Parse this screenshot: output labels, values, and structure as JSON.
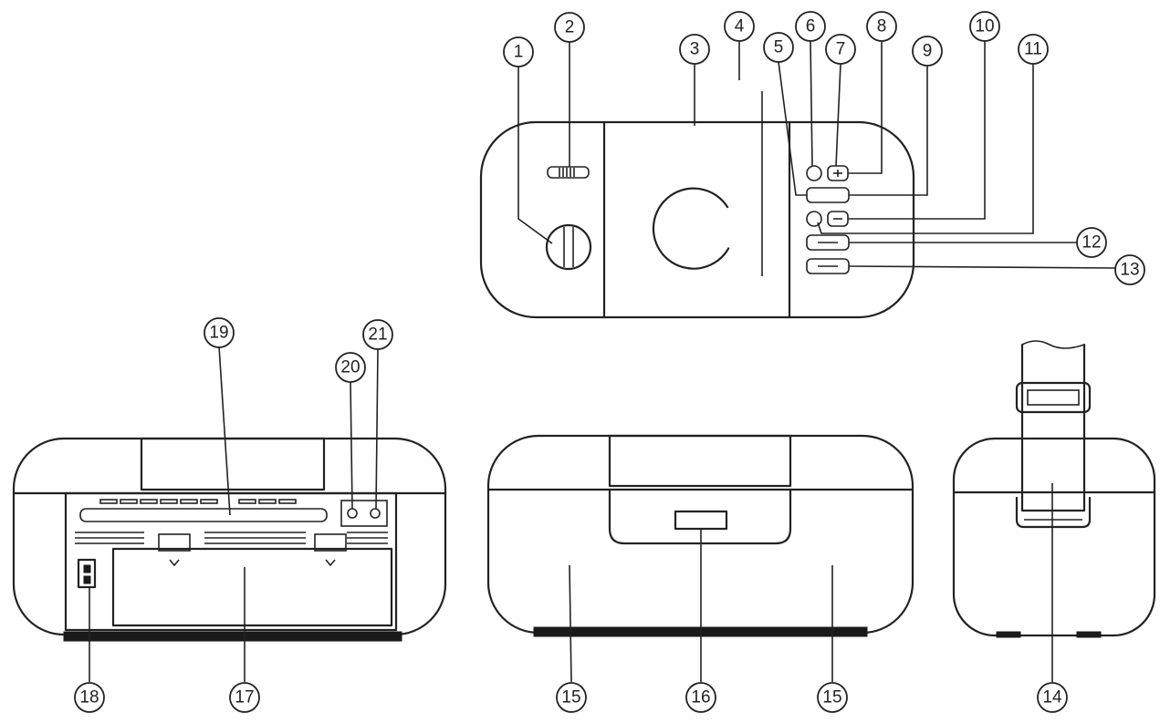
{
  "colors": {
    "line": "#222222",
    "background": "#ffffff"
  },
  "callouts": {
    "c1": "1",
    "c2": "2",
    "c3": "3",
    "c4": "4",
    "c5": "5",
    "c6": "6",
    "c7": "7",
    "c8": "8",
    "c9": "9",
    "c10": "10",
    "c11": "11",
    "c12": "12",
    "c13": "13",
    "c14": "14",
    "c15a": "15",
    "c15b": "15",
    "c16": "16",
    "c17": "17",
    "c18": "18",
    "c19": "19",
    "c20": "20",
    "c21": "21"
  }
}
